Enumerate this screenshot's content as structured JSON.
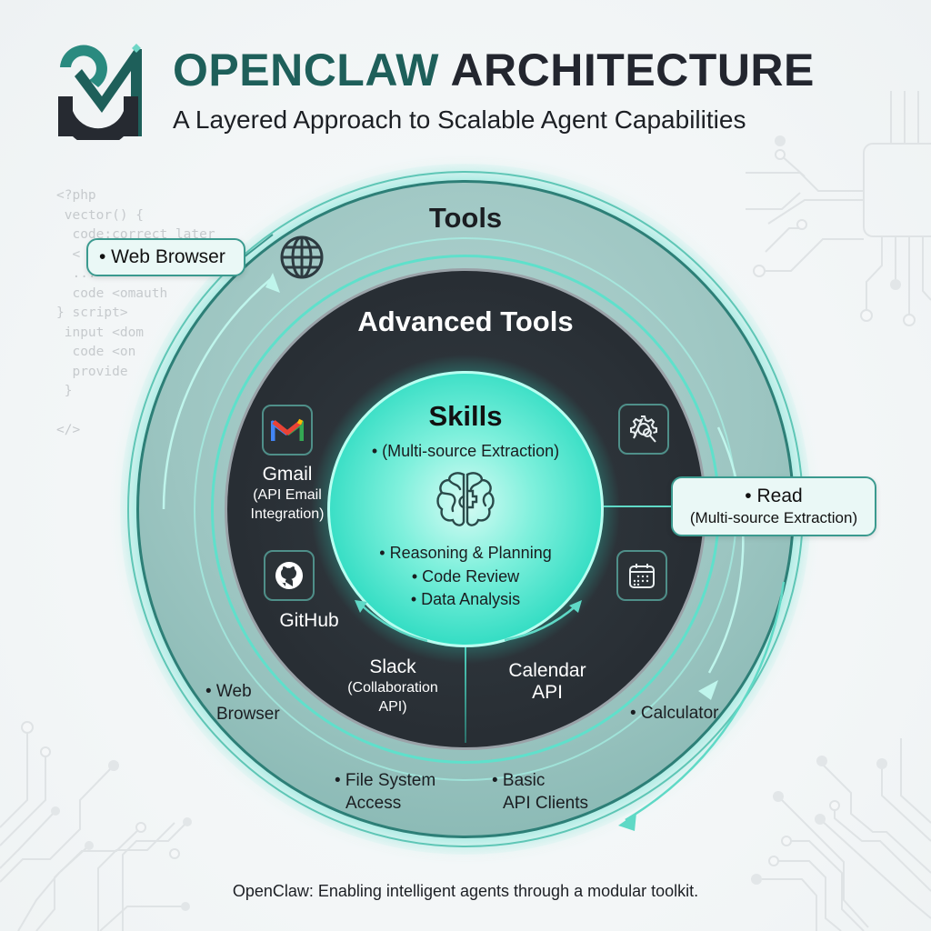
{
  "header": {
    "title_part1": "OPENCLAW",
    "title_part2": "ARCHITECTURE",
    "subtitle": "A Layered Approach to Scalable Agent Capabilities",
    "logo_icon": "openclaw-logo",
    "colors": {
      "title_accent": "#1e5f5a",
      "title_dark": "#23262f"
    }
  },
  "background_code": [
    "<?php",
    " vector() {",
    "  code:correct_later",
    "  <",
    "  ...",
    "  code <omauth",
    "} script>",
    " input <dom",
    "  code <on",
    "  provide",
    " }",
    "",
    "</>"
  ],
  "diagram": {
    "tools": {
      "title": "Tools",
      "callout": "• Web Browser",
      "callout_icon": "globe-icon",
      "items": [
        {
          "line1": "• Web",
          "line2": "Browser"
        },
        {
          "line1": "• File System",
          "line2": "Access"
        },
        {
          "line1": "• Basic",
          "line2": "API Clients"
        },
        {
          "line1": "• Calculator",
          "line2": ""
        }
      ],
      "color": "#9cc5c1"
    },
    "advanced_tools": {
      "title": "Advanced Tools",
      "services": [
        {
          "name": "Gmail",
          "sub1": "(API Email",
          "sub2": "Integration)",
          "icon": "gmail-icon"
        },
        {
          "name": "GitHub",
          "icon": "github-icon"
        },
        {
          "name": "Slack",
          "sub1": "(Collaboration",
          "sub2": "API)"
        },
        {
          "name1": "Calendar",
          "name2": "API",
          "icon": "calendar-icon"
        }
      ],
      "extra_icons": [
        "gear-search-icon"
      ],
      "callout_line1": "• Read",
      "callout_line2": "(Multi-source Extraction)",
      "color": "#2c3339"
    },
    "skills": {
      "title": "Skills",
      "subtitle": "• (Multi-source Extraction)",
      "icon": "brain-icon",
      "items": [
        "• Reasoning & Planning",
        "• Code Review",
        "• Data Analysis"
      ],
      "color": "#2fdcc2"
    }
  },
  "footer": "OpenClaw: Enabling intelligent agents through a modular toolkit."
}
